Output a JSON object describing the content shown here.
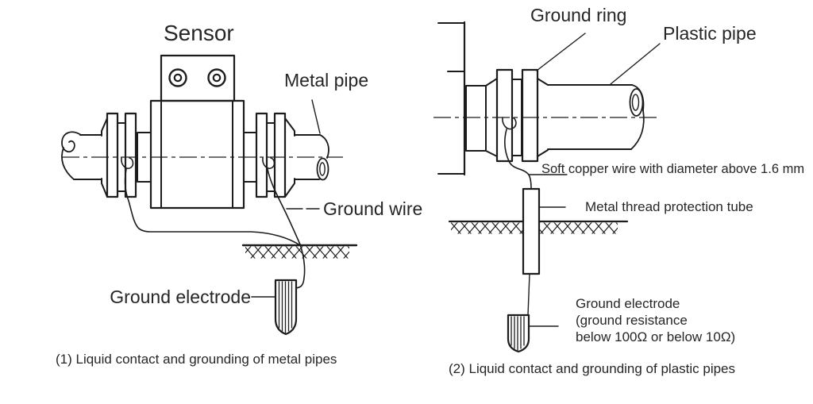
{
  "colors": {
    "line": "#1c1c1c",
    "text": "#262626",
    "background": "#ffffff"
  },
  "panel_metal": {
    "labels": {
      "sensor": "Sensor",
      "metal_pipe": "Metal pipe",
      "ground_wire": "Ground wire",
      "ground_electrode": "Ground electrode"
    },
    "caption": "(1) Liquid contact and grounding of metal pipes"
  },
  "panel_plastic": {
    "labels": {
      "ground_ring": "Ground ring",
      "plastic_pipe": "Plastic pipe",
      "soft_copper_wire": "Soft copper wire with diameter above 1.6 mm",
      "protection_tube": "Metal thread protection tube",
      "ground_electrode_1": "Ground electrode",
      "ground_electrode_2": "(ground resistance",
      "ground_electrode_3": "below 100Ω or below 10Ω)"
    },
    "caption": "(2) Liquid contact and grounding of plastic pipes"
  }
}
